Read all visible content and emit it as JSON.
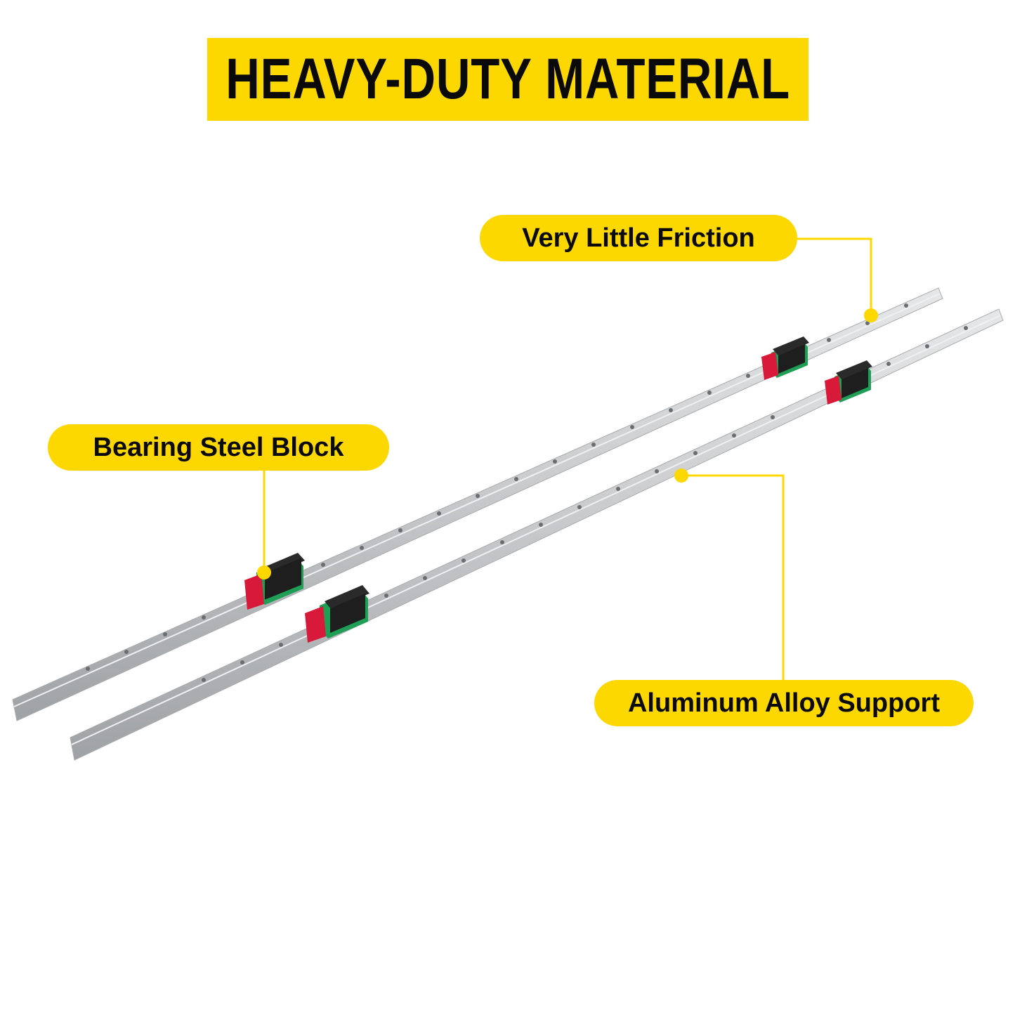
{
  "title": "HEAVY-DUTY MATERIAL",
  "callouts": [
    {
      "id": "friction",
      "label": "Very Little Friction"
    },
    {
      "id": "block",
      "label": "Bearing Steel Block"
    },
    {
      "id": "support",
      "label": "Aluminum Alloy Support"
    }
  ],
  "colors": {
    "accent": "#fcd800",
    "text": "#0a0a0a",
    "rail": "#c8cacc",
    "block_body": "#1e1e1e",
    "block_end": "#d8193a",
    "block_seal": "#1f9e55"
  }
}
